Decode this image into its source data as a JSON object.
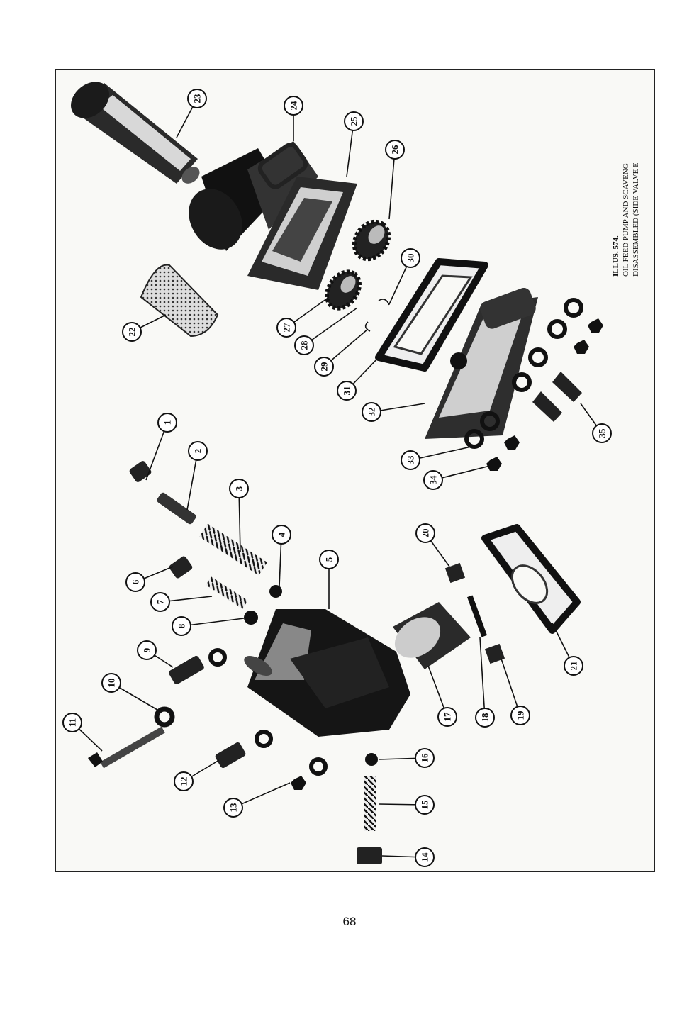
{
  "caption": {
    "line1": "ILLUS. 574.",
    "line2": "OIL FEED PUMP AND SCAVENGER PUMP",
    "line3": "DISASSEMBLED (SIDE VALVE ENGINE)"
  },
  "page_number": "68",
  "callouts": [
    "1",
    "2",
    "3",
    "4",
    "5",
    "6",
    "7",
    "8",
    "9",
    "10",
    "11",
    "12",
    "13",
    "14",
    "15",
    "16",
    "17",
    "18",
    "19",
    "20",
    "21",
    "22",
    "23",
    "24",
    "25",
    "26",
    "27",
    "28",
    "29",
    "30",
    "31",
    "32",
    "33",
    "34",
    "35"
  ]
}
